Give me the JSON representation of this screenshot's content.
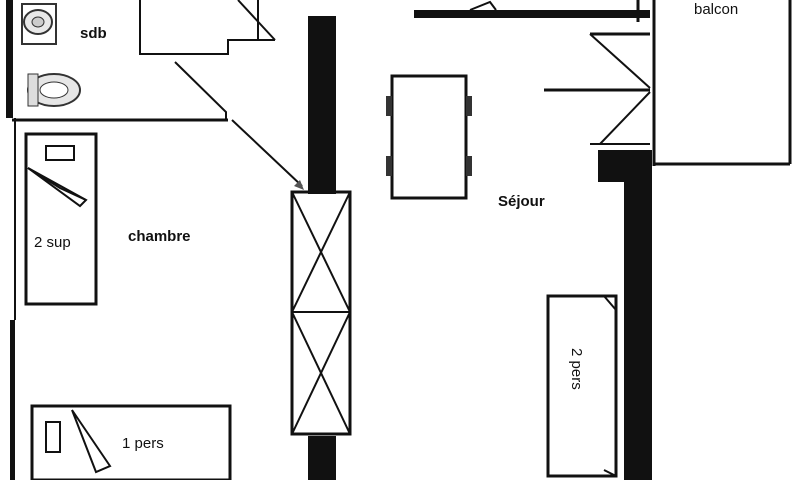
{
  "rooms": {
    "sdb": "sdb",
    "balcon": "balcon",
    "sejour": "Séjour",
    "chambre": "chambre"
  },
  "beds": {
    "extra": "2 sup",
    "double": "2 pers",
    "single": "1 pers"
  }
}
